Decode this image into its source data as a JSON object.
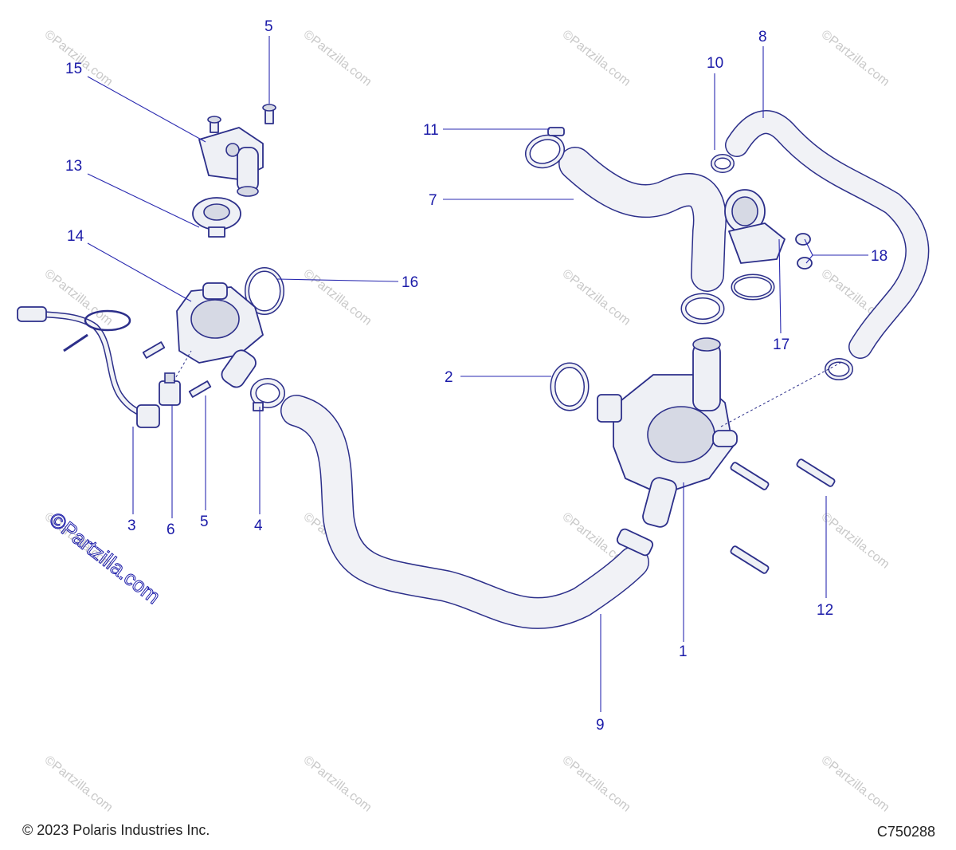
{
  "callouts": [
    "1",
    "2",
    "3",
    "4",
    "5",
    "5",
    "6",
    "7",
    "8",
    "9",
    "10",
    "11",
    "12",
    "13",
    "14",
    "15",
    "16",
    "17",
    "18"
  ],
  "watermark": {
    "text": "©Partzilla.com",
    "large_text": "©Partzilla.com"
  },
  "footer": {
    "copyright": "© 2023 Polaris Industries Inc.",
    "diagram_code": "C750288"
  },
  "colors": {
    "callout_text": "#1a1aa8",
    "line_art": "#2c2f8a",
    "watermark": "#c9c9c9"
  }
}
